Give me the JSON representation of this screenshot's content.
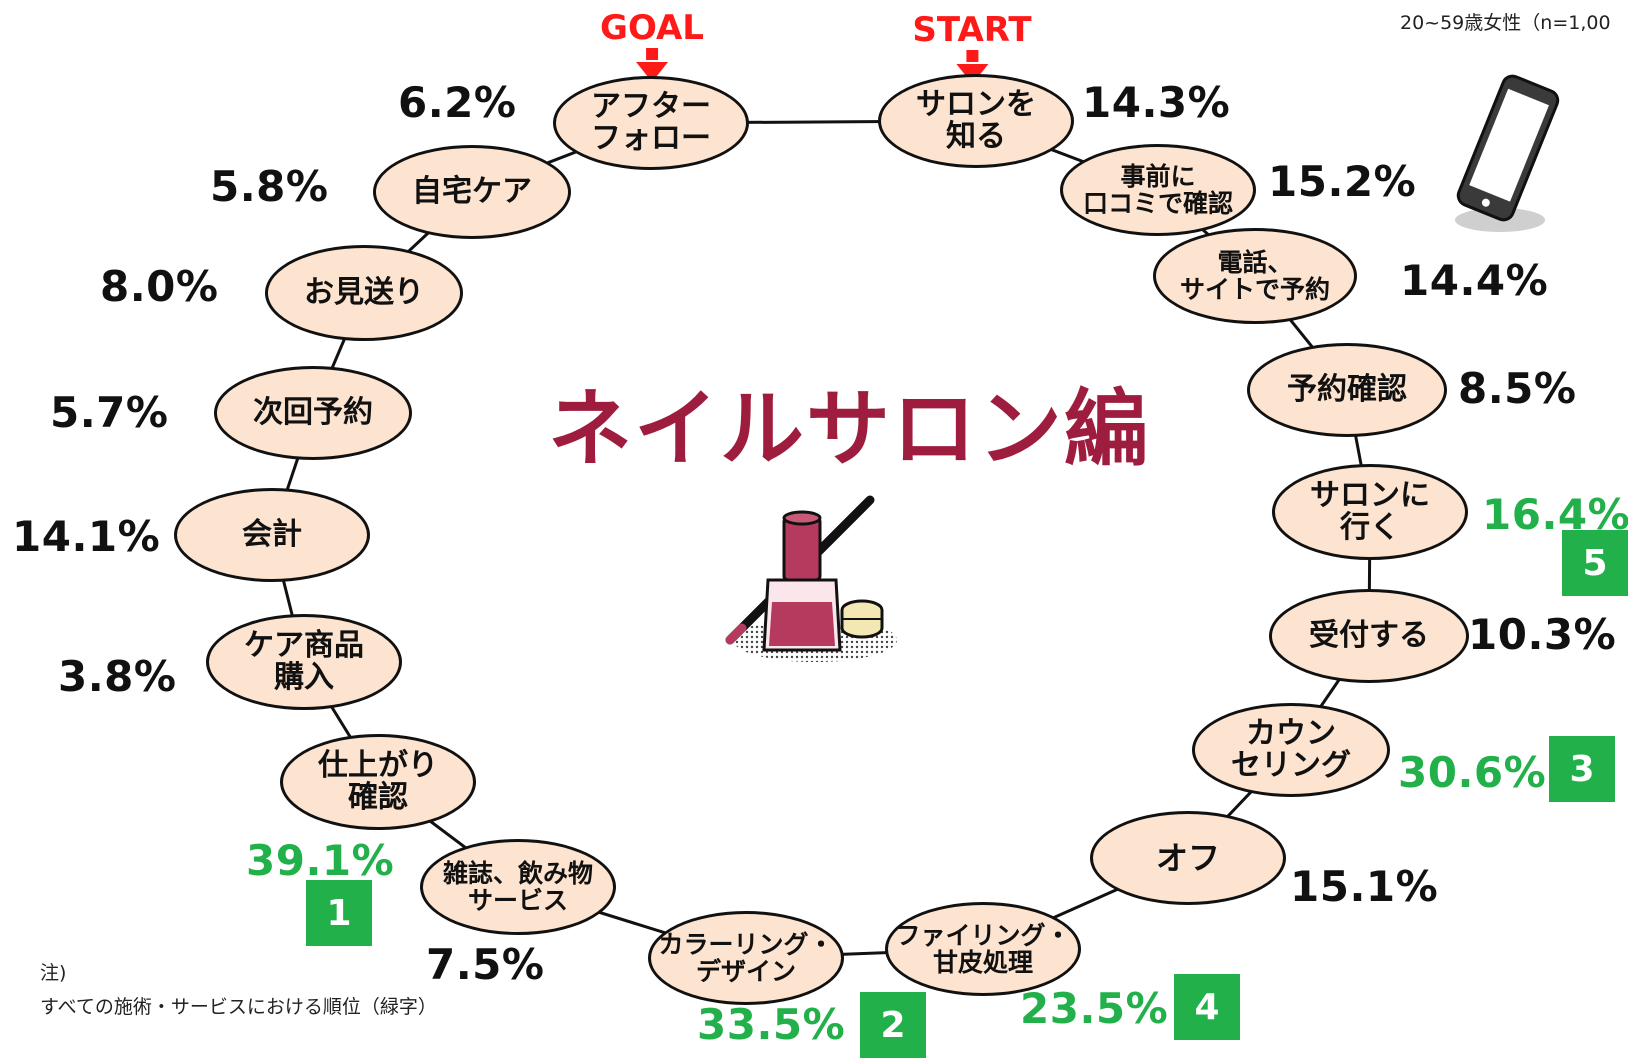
{
  "header": {
    "sample_note": "20~59歳女性（n=1,00"
  },
  "title": "ネイルサロン編",
  "markers": {
    "start": "START",
    "goal": "GOAL"
  },
  "steps": [
    {
      "label": "サロンを\n知る",
      "pct": "14.3%",
      "highlight": false,
      "rank": ""
    },
    {
      "label": "事前に\n口コミで確認",
      "pct": "15.2%",
      "highlight": false,
      "rank": ""
    },
    {
      "label": "電話、\nサイトで予約",
      "pct": "14.4%",
      "highlight": false,
      "rank": ""
    },
    {
      "label": "予約確認",
      "pct": "8.5%",
      "highlight": false,
      "rank": ""
    },
    {
      "label": "サロンに\n行く",
      "pct": "16.4%",
      "highlight": true,
      "rank": "5"
    },
    {
      "label": "受付する",
      "pct": "10.3%",
      "highlight": false,
      "rank": ""
    },
    {
      "label": "カウン\nセリング",
      "pct": "30.6%",
      "highlight": true,
      "rank": "3"
    },
    {
      "label": "オフ",
      "pct": "15.1%",
      "highlight": false,
      "rank": ""
    },
    {
      "label": "ファイリング・\n甘皮処理",
      "pct": "23.5%",
      "highlight": true,
      "rank": "4"
    },
    {
      "label": "カラーリング・\nデザイン",
      "pct": "33.5%",
      "highlight": true,
      "rank": "2"
    },
    {
      "label": "雑誌、飲み物\nサービス",
      "pct": "7.5%",
      "highlight": false,
      "rank": ""
    },
    {
      "label": "仕上がり\n確認",
      "pct": "39.1%",
      "highlight": true,
      "rank": "1"
    },
    {
      "label": "ケア商品\n購入",
      "pct": "3.8%",
      "highlight": false,
      "rank": ""
    },
    {
      "label": "会計",
      "pct": "14.1%",
      "highlight": false,
      "rank": ""
    },
    {
      "label": "次回予約",
      "pct": "5.7%",
      "highlight": false,
      "rank": ""
    },
    {
      "label": "お見送り",
      "pct": "8.0%",
      "highlight": false,
      "rank": ""
    },
    {
      "label": "自宅ケア",
      "pct": "5.8%",
      "highlight": false,
      "rank": ""
    },
    {
      "label": "アフター\nフォロー",
      "pct": "6.2%",
      "highlight": false,
      "rank": ""
    }
  ],
  "notes": {
    "line1": "注)",
    "line2": "すべての施術・サービスにおける順位（緑字）"
  },
  "icons": {
    "phone": "smartphone-icon",
    "nail": "nail-polish-icon"
  },
  "colors": {
    "node_fill": "#fde4d0",
    "highlight": "#22b04a",
    "title": "#9e1d3f",
    "marker": "#ff1a1a"
  }
}
